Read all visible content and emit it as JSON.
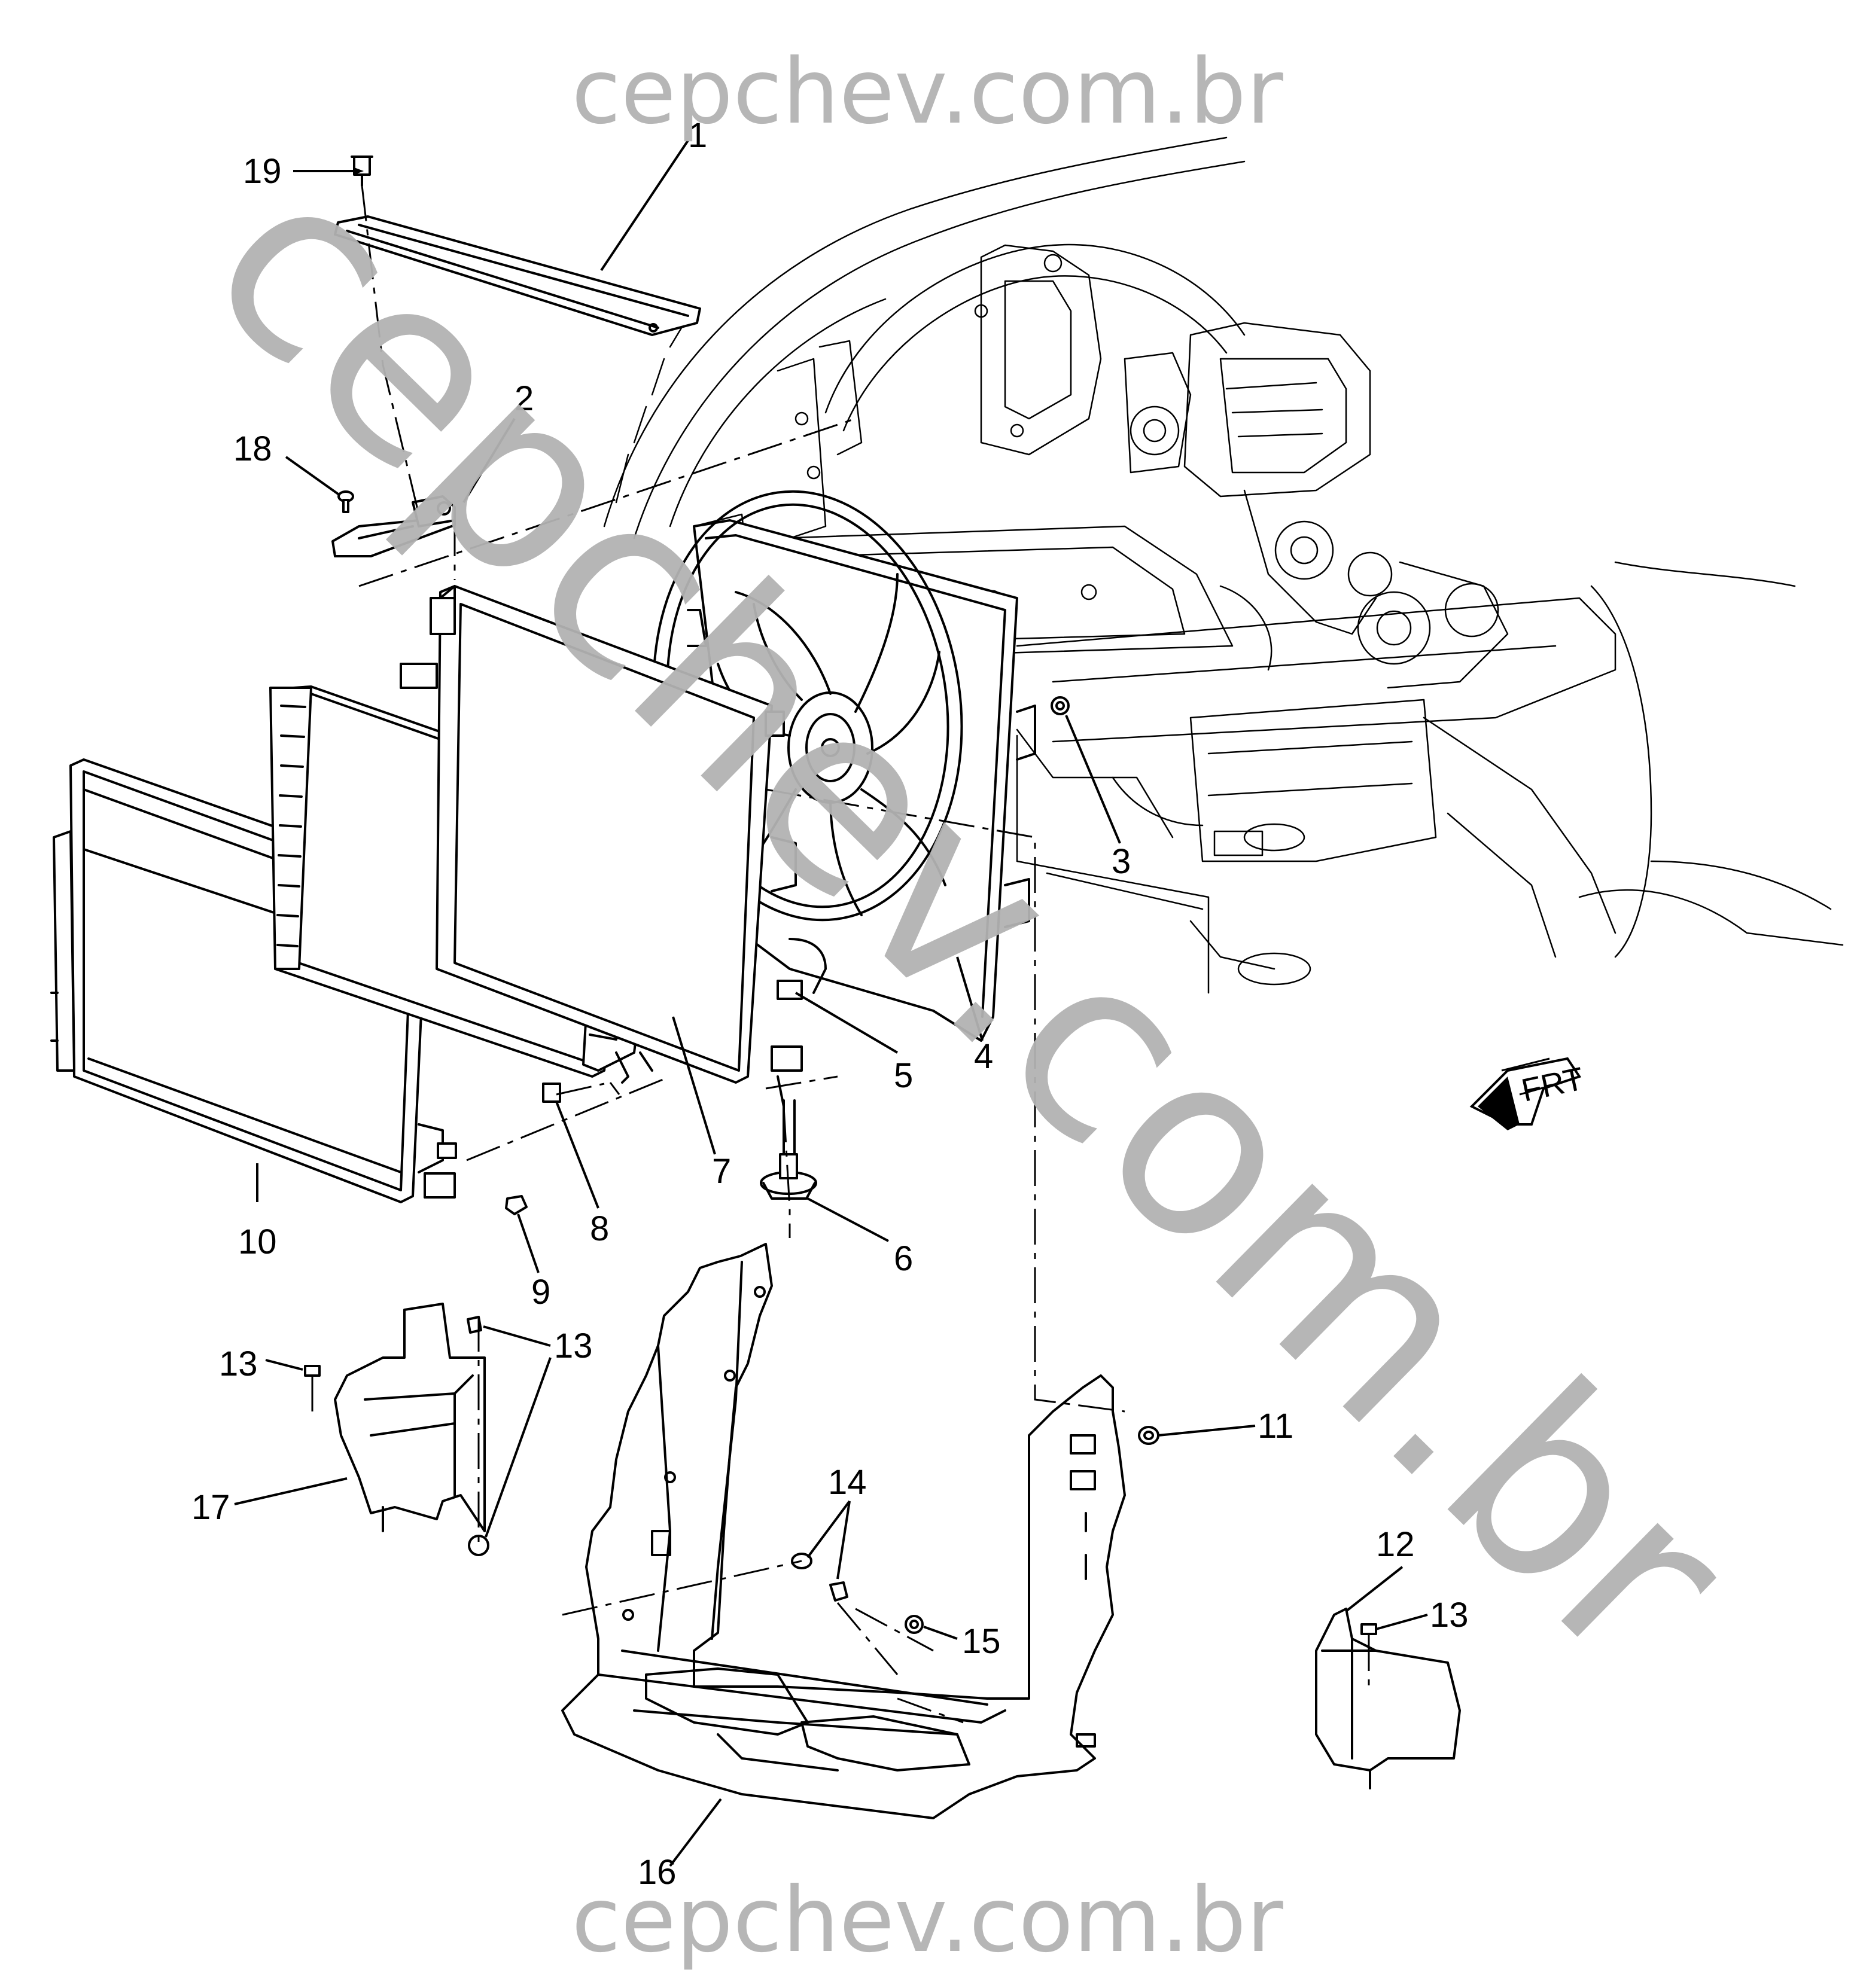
{
  "watermarks": {
    "top": "cepchev.com.br",
    "bottom": "cepchev.com.br",
    "diagonal": "cepchev.com.br"
  },
  "direction_indicator": "FRT",
  "callouts": {
    "c1": "1",
    "c2": "2",
    "c3": "3",
    "c4": "4",
    "c5": "5",
    "c6": "6",
    "c7": "7",
    "c8": "8",
    "c9": "9",
    "c10": "10",
    "c11": "11",
    "c12": "12",
    "c13a": "13",
    "c13b": "13",
    "c13c": "13",
    "c14": "14",
    "c15": "15",
    "c16": "16",
    "c17": "17",
    "c18": "18",
    "c19": "19"
  },
  "colors": {
    "line_art": "#000000",
    "watermark": "#b3b3b3",
    "background": "#ffffff"
  }
}
